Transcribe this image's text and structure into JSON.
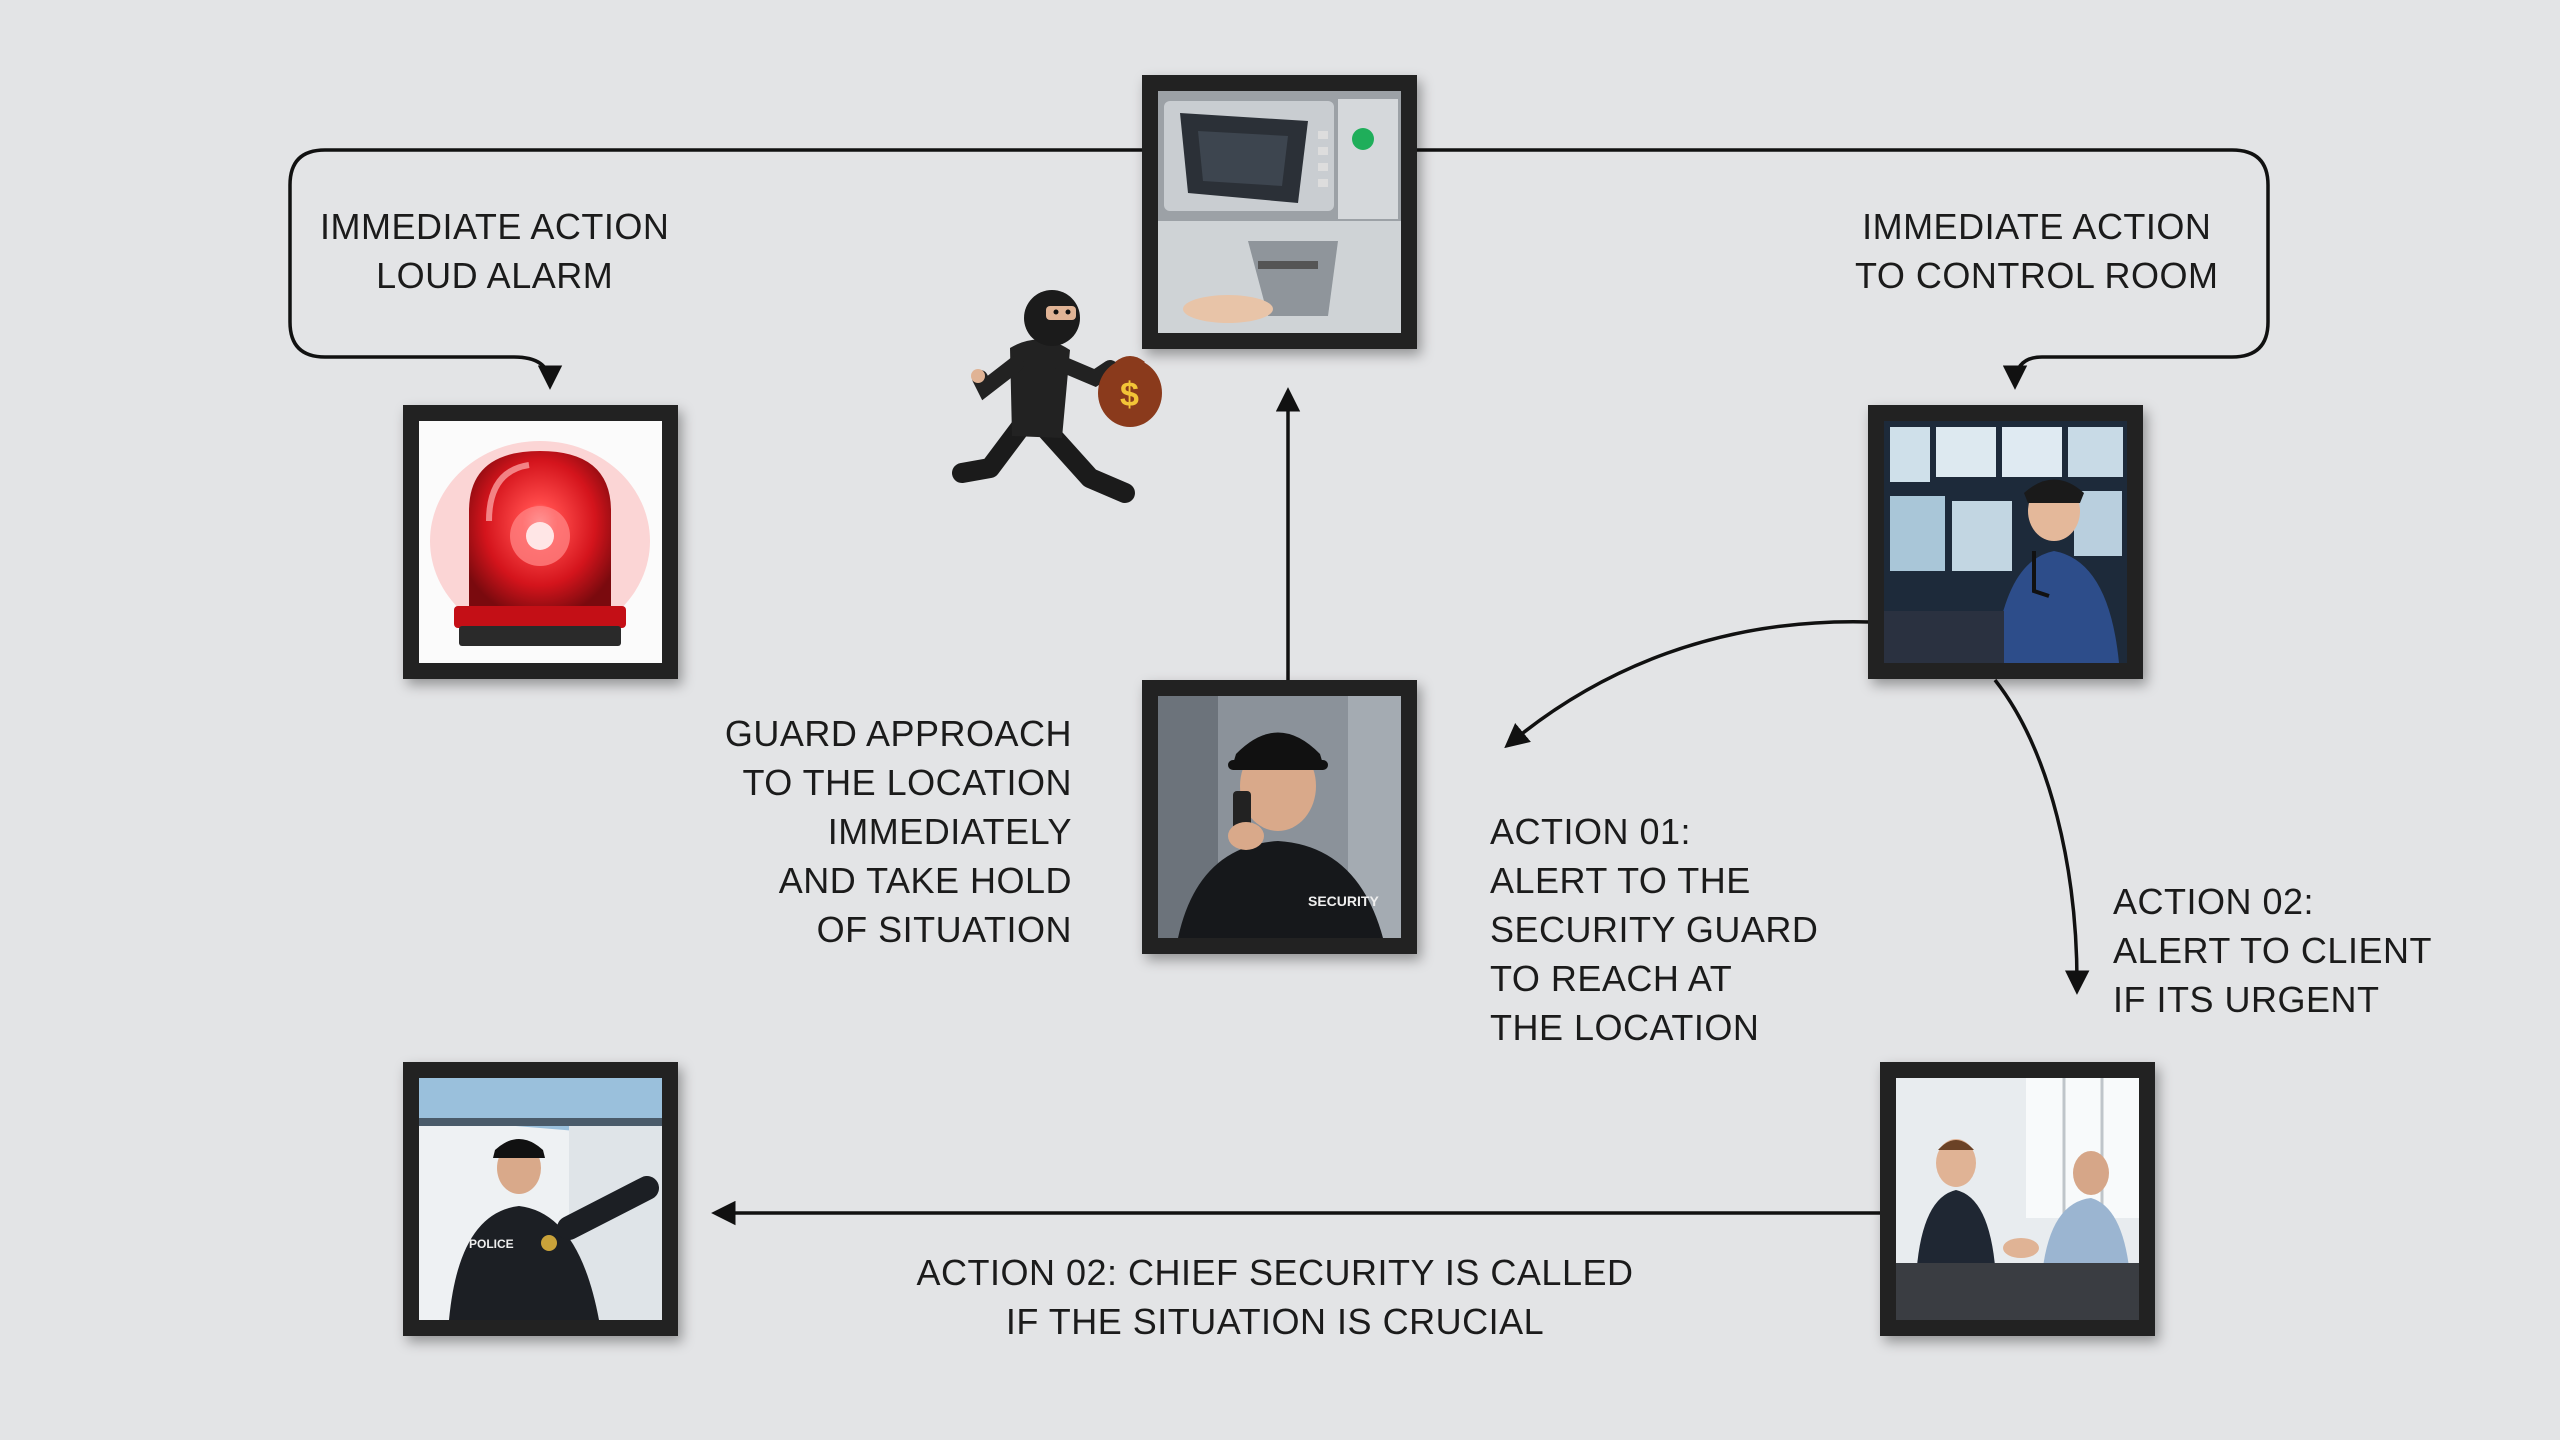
{
  "nodes": {
    "atm": {
      "icon": "atm-photo"
    },
    "alarm": {
      "icon": "alarm-siren-photo"
    },
    "control_room": {
      "icon": "control-room-photo"
    },
    "guard": {
      "icon": "security-guard-photo"
    },
    "client": {
      "icon": "client-meeting-photo"
    },
    "chief": {
      "icon": "chief-security-photo"
    },
    "thief": {
      "icon": "thief-icon"
    }
  },
  "labels": {
    "loud_alarm": {
      "line1": "IMMEDIATE ACTION",
      "line2": "LOUD ALARM"
    },
    "control_room": {
      "line1": "IMMEDIATE ACTION",
      "line2": "TO CONTROL  ROOM"
    },
    "guard_approach": {
      "line1": "GUARD APPROACH",
      "line2": "TO THE LOCATION",
      "line3": "IMMEDIATELY",
      "line4": "AND TAKE HOLD",
      "line5": "OF SITUATION"
    },
    "action01": {
      "line1": "ACTION 01:",
      "line2": "ALERT TO THE",
      "line3": "SECURITY GUARD",
      "line4": "TO REACH AT",
      "line5": "THE LOCATION"
    },
    "action02_client": {
      "line1": "ACTION 02:",
      "line2": "ALERT TO CLIENT",
      "line3": "IF ITS URGENT"
    },
    "action02_chief": {
      "line1": "ACTION 02: CHIEF SECURITY IS CALLED",
      "line2": "IF THE SITUATION IS CRUCIAL"
    }
  },
  "colors": {
    "background": "#e3e4e6",
    "frame": "#222222",
    "connector": "#111111",
    "text": "#1b1b1b",
    "siren": "#d4141c",
    "money_bag": "#8a3a1c"
  }
}
